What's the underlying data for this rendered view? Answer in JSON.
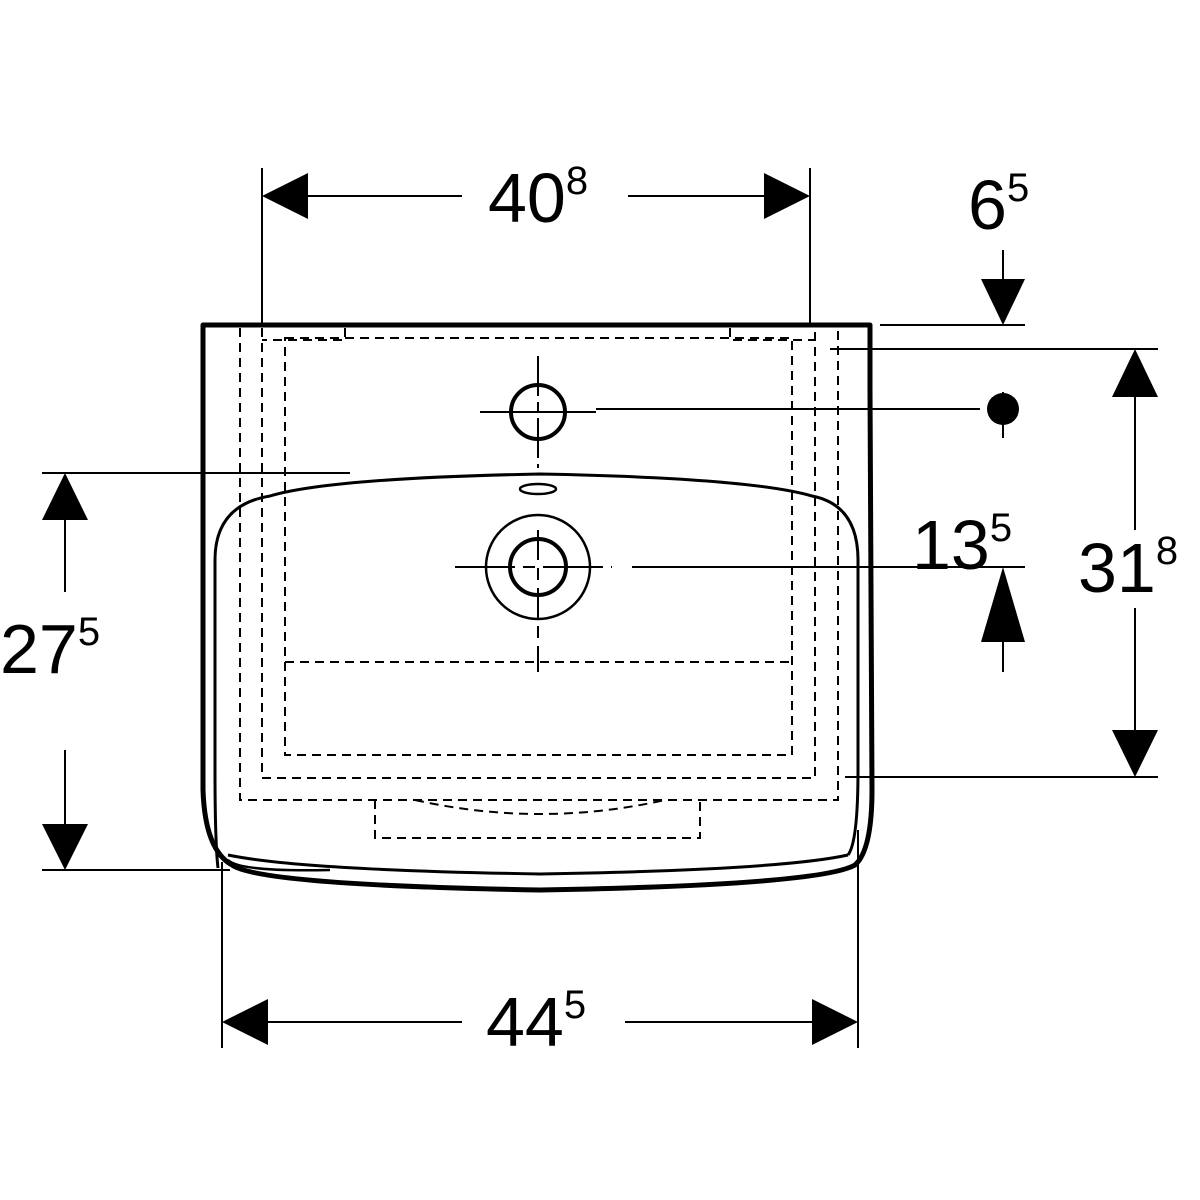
{
  "drawing": {
    "dimensions": {
      "top_width": {
        "main": "40",
        "sup": "8"
      },
      "top_offset": {
        "main": "6",
        "sup": "5"
      },
      "hole_offset": {
        "main": "13",
        "sup": "5"
      },
      "right_depth": {
        "main": "31",
        "sup": "8"
      },
      "left_depth": {
        "main": "27",
        "sup": "5"
      },
      "overall_width": {
        "main": "44",
        "sup": "5"
      }
    },
    "colors": {
      "line": "#000000",
      "background": "#ffffff"
    }
  }
}
